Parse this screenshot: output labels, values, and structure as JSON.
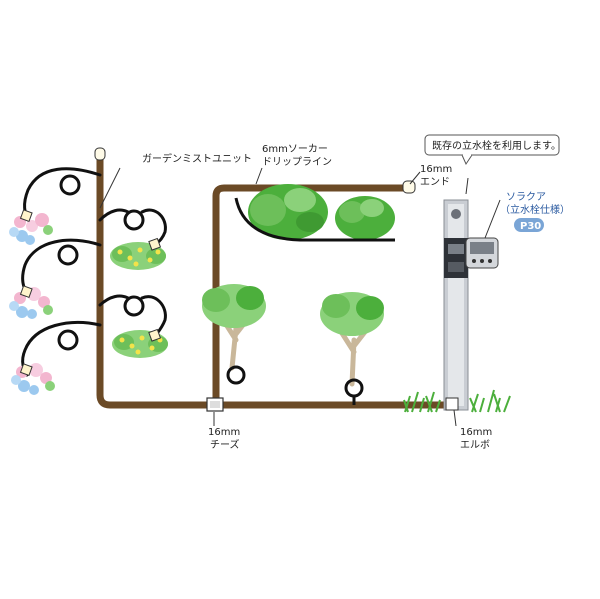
{
  "labels": {
    "garden_mist_unit": "ガーデンミストユニット",
    "soaker_line_1": "6mmソーカー",
    "soaker_line_2": "ドリップライン",
    "end_size": "16mm",
    "end_name": "エンド",
    "tee_size": "16mm",
    "tee_name": "チーズ",
    "elbow_size": "16mm",
    "elbow_name": "エルボ",
    "callout": "既存の立水栓を利用します。",
    "solar_name": "ソラクア",
    "solar_spec": "（立水栓仕様）",
    "solar_model": "P30"
  },
  "colors": {
    "pipe": "#6b4a26",
    "tube": "#111111",
    "leaf": "#4caf3c",
    "leaf_light": "#8bd17a",
    "flower_yellow": "#f3e34a",
    "flower_pink": "#f3b6cf",
    "flower_blue": "#9cc9ef",
    "post": "#b9bec6",
    "badge": "#7aa5d6"
  }
}
